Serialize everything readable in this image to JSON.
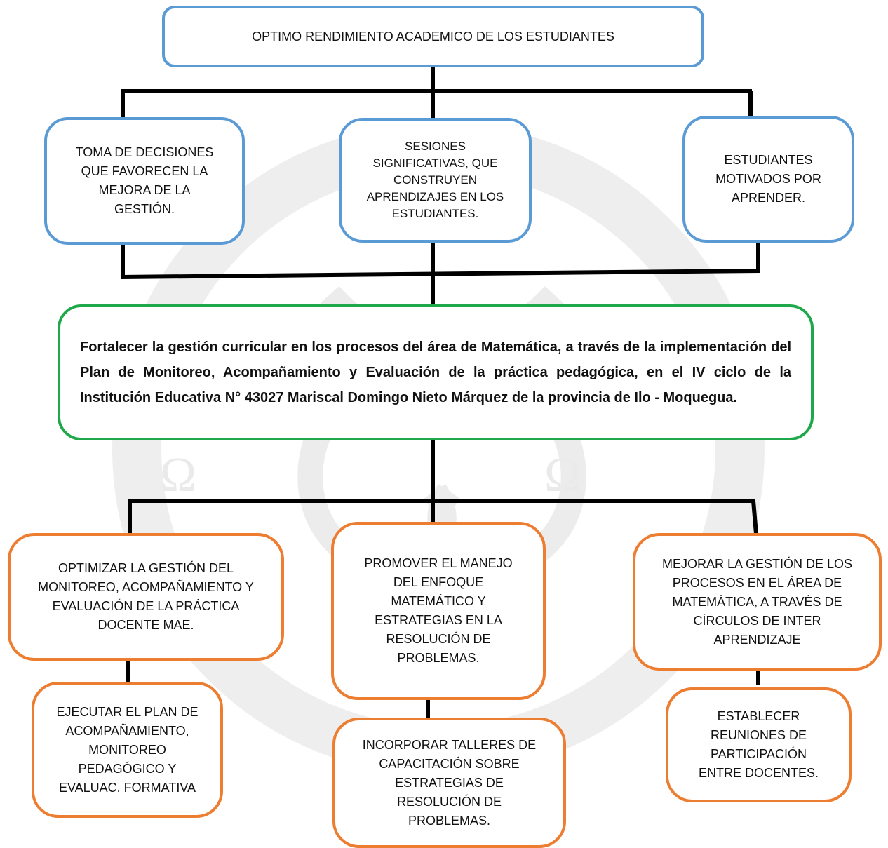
{
  "colors": {
    "blue": "#5b9bd5",
    "green": "#1fa84a",
    "orange": "#ed7d31",
    "connector": "#000000"
  },
  "top": {
    "text": "OPTIMO RENDIMIENTO ACADEMICO DE LOS ESTUDIANTES"
  },
  "causes": [
    {
      "text": "TOMA DE DECISIONES\nQUE FAVORECEN LA\nMEJORA DE LA\nGESTIÓN."
    },
    {
      "text": "SESIONES\nSIGNIFICATIVAS, QUE\nCONSTRUYEN\nAPRENDIZAJES EN LOS\nESTUDIANTES."
    },
    {
      "text": "ESTUDIANTES\nMOTIVADOS POR\nAPRENDER."
    }
  ],
  "central": {
    "text": "Fortalecer la gestión curricular en los procesos del área de Matemática, a través de la implementación del Plan de Monitoreo, Acompañamiento y Evaluación de la práctica pedagógica, en el IV ciclo de la Institución Educativa N° 43027 Mariscal Domingo Nieto Márquez de la provincia de Ilo - Moquegua."
  },
  "objectives": [
    {
      "text": "OPTIMIZAR LA GESTIÓN DEL\nMONITOREO, ACOMPAÑAMIENTO Y\nEVALUACIÓN DE LA PRÁCTICA\nDOCENTE MAE."
    },
    {
      "text": "PROMOVER EL MANEJO\nDEL ENFOQUE\nMATEMÁTICO Y\nESTRATEGIAS EN LA\nRESOLUCIÓN DE\nPROBLEMAS."
    },
    {
      "text": "MEJORAR LA GESTIÓN DE LOS\nPROCESOS EN EL ÁREA DE\nMATEMÁTICA, A TRAVÉS DE\nCÍRCULOS DE INTER\nAPRENDIZAJE"
    }
  ],
  "actions": [
    {
      "text": "EJECUTAR EL PLAN DE\nACOMPAÑAMIENTO,\nMONITOREO\nPEDAGÓGICO Y\nEVALUAC. FORMATIVA"
    },
    {
      "text": "INCORPORAR TALLERES  DE\nCAPACITACIÓN SOBRE\nESTRATEGIAS DE\nRESOLUCIÓN DE\nPROBLEMAS."
    },
    {
      "text": "ESTABLECER\nREUNIONES DE\nPARTICIPACIÓN\nENTRE DOCENTES."
    }
  ]
}
